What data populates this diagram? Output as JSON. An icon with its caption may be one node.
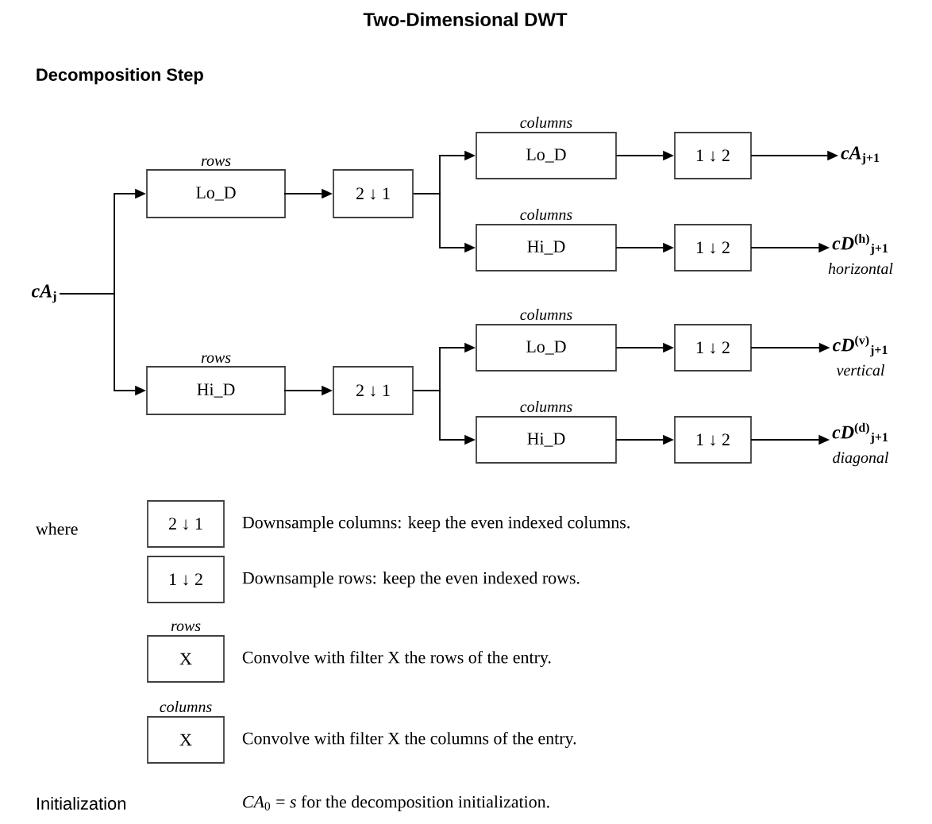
{
  "diagram": {
    "title": "Two-Dimensional DWT",
    "nodes": [
      {
        "text": [
          "*cA*$_{j}$"
        ]
      },
      {
        "text": [
          "rows",
          "Lo_D"
        ]
      },
      {
        "text": [
          "2 ↓ 1"
        ]
      },
      {
        "text": [
          "rows",
          "Hi_D"
        ]
      },
      {
        "text": [
          "2 ↓ 1"
        ]
      },
      {
        "text": [
          "columns",
          "Lo_D"
        ]
      },
      {
        "text": [
          "1 ↓ 2"
        ]
      },
      {
        "text": [
          "columns",
          "Hi_D"
        ]
      },
      {
        "text": [
          "1 ↓ 2"
        ]
      },
      {
        "text": [
          "columns",
          "Lo_D"
        ]
      },
      {
        "text": [
          "1 ↓ 2"
        ]
      },
      {
        "text": [
          "columns",
          "Hi_D"
        ]
      },
      {
        "text": [
          "1 ↓ 2"
        ]
      },
      {
        "text": [
          "*cA*$_{j+1}$"
        ]
      },
      {
        "text": [
          "*cD*$^{(h)}$$_{j+1}$"
        ],
        "beside": [
          "horizontal"
        ]
      },
      {
        "text": [
          "*cD*$^{(v)}$$_{j+1}$"
        ],
        "beside": [
          "vertical"
        ]
      },
      {
        "text": [
          "*cD*$^{(d)}$$_{j+1}$"
        ],
        "beside": [
          "diagonal"
        ]
      },
      {
        "text": [
          "2 ↓ 1"
        ]
      },
      {
        "text": [
          "1 ↓ 2"
        ]
      },
      {
        "text": [
          "rows",
          "X"
        ]
      },
      {
        "text": [
          "columns",
          "X"
        ]
      }
    ],
    "edges": [
      {
        "from": 0,
        "to": 1,
        "arrow": "to"
      },
      {
        "from": 0,
        "to": 3,
        "arrow": "to"
      },
      {
        "from": 1,
        "to": 2,
        "arrow": "to"
      },
      {
        "from": 3,
        "to": 4,
        "arrow": "to"
      },
      {
        "from": 2,
        "to": 5,
        "arrow": "to"
      },
      {
        "from": 2,
        "to": 7,
        "arrow": "to"
      },
      {
        "from": 4,
        "to": 9,
        "arrow": "to"
      },
      {
        "from": 4,
        "to": 11,
        "arrow": "to"
      },
      {
        "from": 5,
        "to": 6,
        "arrow": "to"
      },
      {
        "from": 7,
        "to": 8,
        "arrow": "to"
      },
      {
        "from": 9,
        "to": 10,
        "arrow": "to"
      },
      {
        "from": 11,
        "to": 12,
        "arrow": "to"
      },
      {
        "from": 6,
        "to": 13,
        "arrow": "to"
      },
      {
        "from": 8,
        "to": 14,
        "arrow": "to"
      },
      {
        "from": 10,
        "to": 15,
        "arrow": "to"
      },
      {
        "from": 12,
        "to": 16,
        "arrow": "to"
      }
    ],
    "labels": [
      "Decomposition Step",
      "where",
      "Downsample columns: keep the even indexed columns.",
      "Downsample rows: keep the even indexed rows.",
      "Convolve with filter X the rows of the entry.",
      "Convolve with filter X the columns of the entry.",
      "Initialization",
      "*CA*$_{0}$ = *s* for the decomposition initialization."
    ]
  }
}
